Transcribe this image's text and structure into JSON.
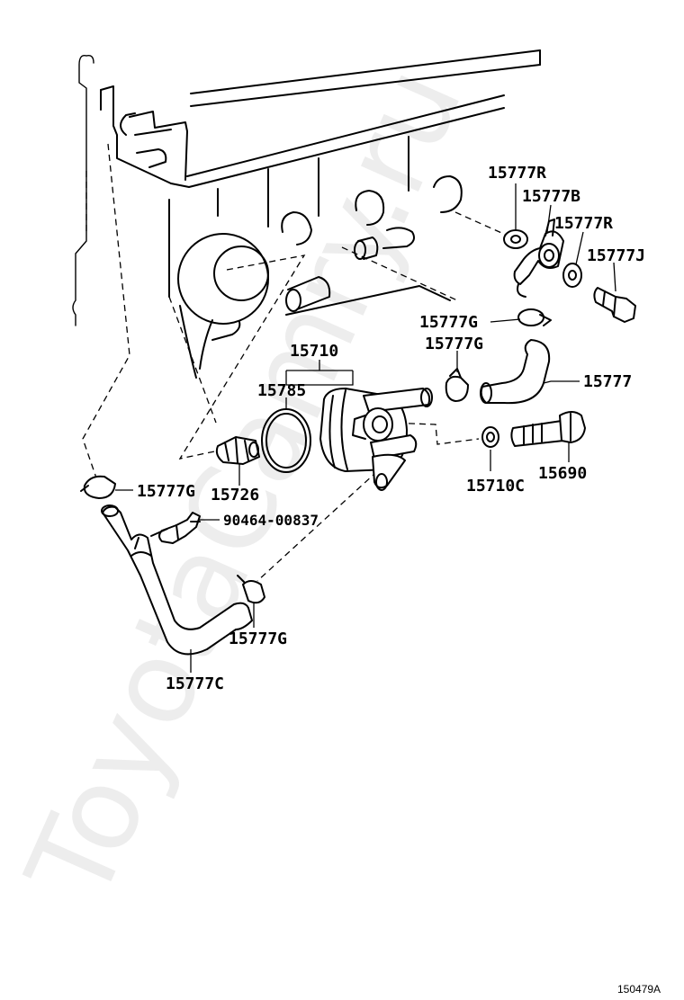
{
  "watermark": "ToyotaCamry.ru",
  "diagram_ref": "150479A",
  "labels": {
    "p15777R_top": "15777R",
    "p15777B": "15777B",
    "p15777R_mid": "15777R",
    "p15777J": "15777J",
    "p15777G_a": "15777G",
    "p15777G_b": "15777G",
    "p15777": "15777",
    "p15710": "15710",
    "p15785": "15785",
    "p15710C": "15710C",
    "p15690": "15690",
    "p15777G_left": "15777G",
    "p15726": "15726",
    "p90464": "90464-00837",
    "p15777G_bottom": "15777G",
    "p15777C": "15777C"
  }
}
